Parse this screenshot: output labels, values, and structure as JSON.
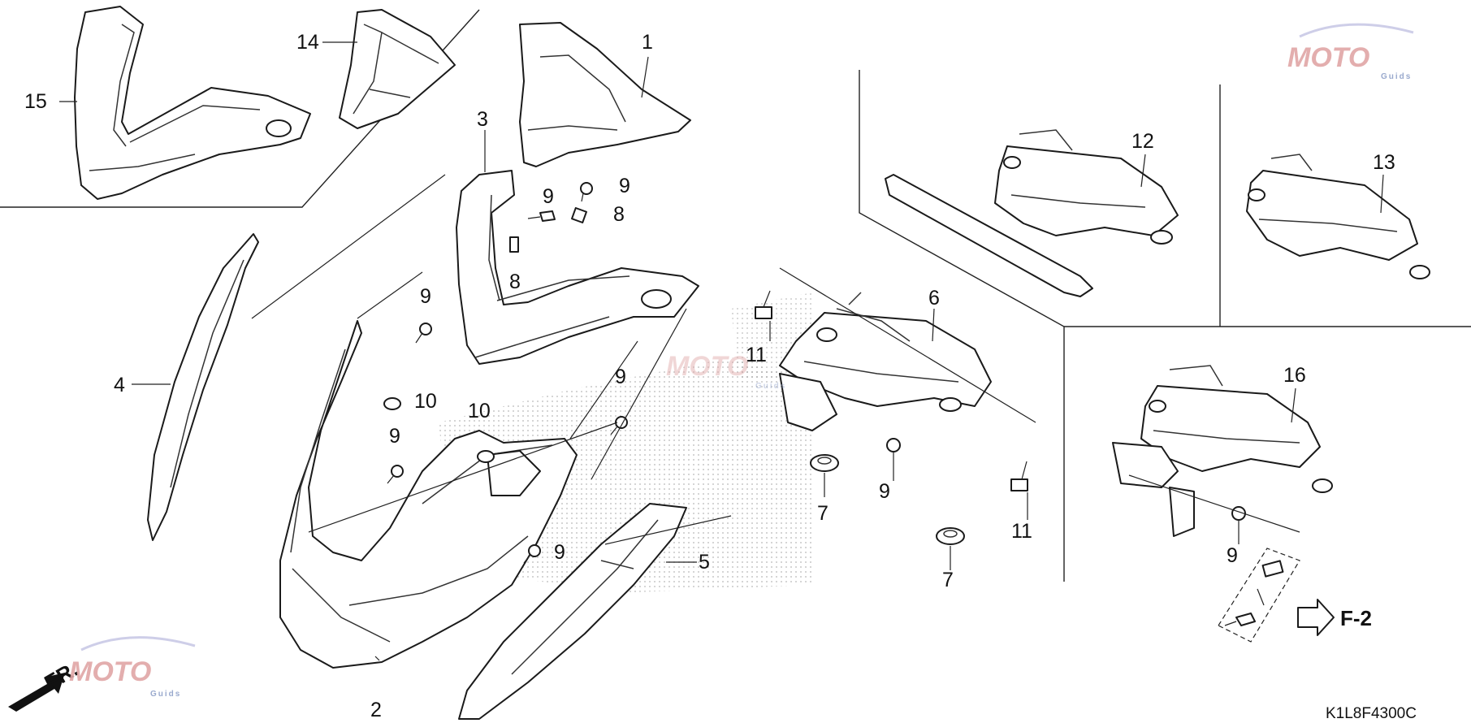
{
  "diagram": {
    "callouts": {
      "p1": "1",
      "p2": "2",
      "p3": "3",
      "p4": "4",
      "p5": "5",
      "p6": "6",
      "p7a": "7",
      "p7b": "7",
      "p8a": "8",
      "p8b": "8",
      "p9a": "9",
      "p9b": "9",
      "p9c": "9",
      "p9d": "9",
      "p9e": "9",
      "p9f": "9",
      "p9g": "9",
      "p9h": "9",
      "p10a": "10",
      "p10b": "10",
      "p11a": "11",
      "p11b": "11",
      "p12": "12",
      "p13": "13",
      "p14": "14",
      "p15": "15",
      "p16": "16"
    },
    "fr_label": "FR.",
    "ref_label": "F-2",
    "diagram_code": "K1L8F4300C",
    "watermark": {
      "brand": "MOTO",
      "sub": "Guids"
    }
  }
}
